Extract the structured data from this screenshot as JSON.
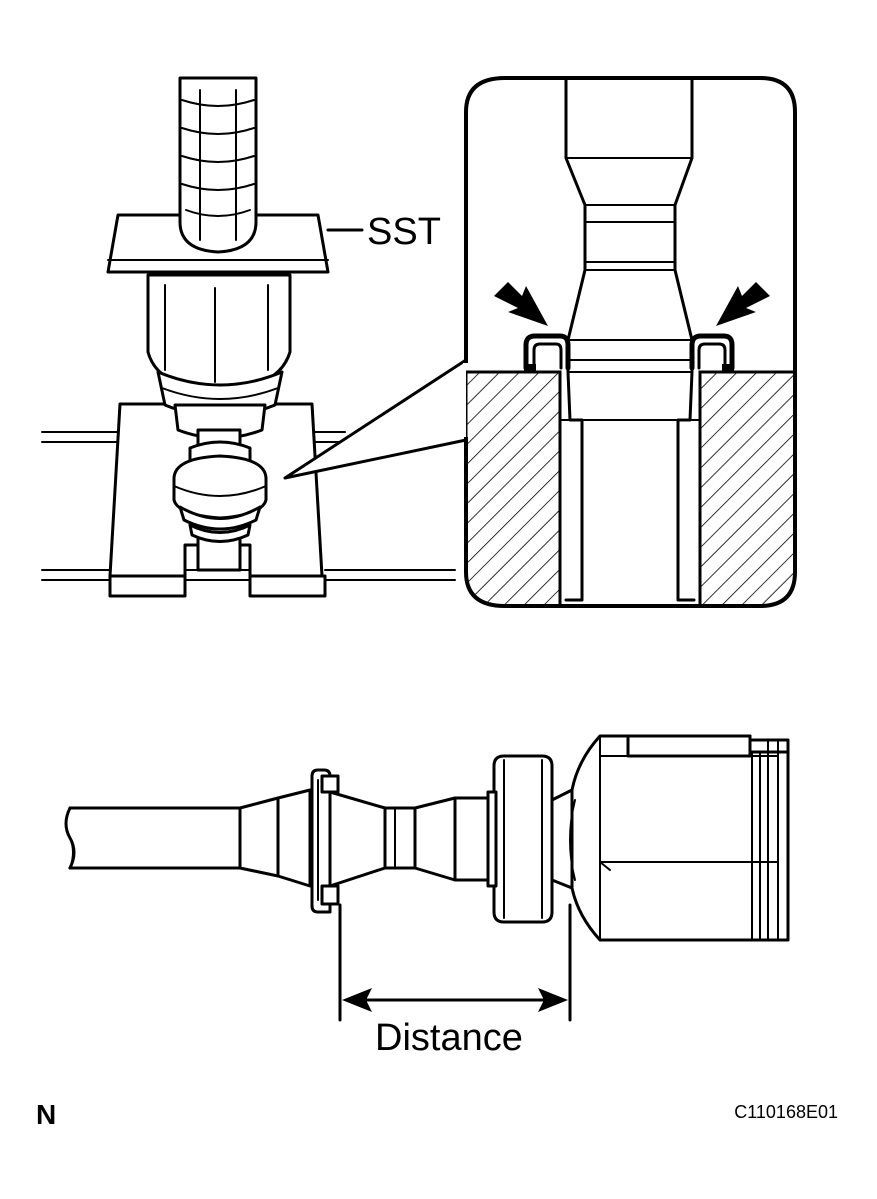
{
  "figure": {
    "labels": {
      "sst": "SST",
      "distance": "Distance",
      "view_letter": "N",
      "figure_code": "C110168E01"
    },
    "colors": {
      "line": "#000000",
      "background": "#ffffff"
    },
    "arrow_icon": "press-direction-arrow-icon"
  }
}
